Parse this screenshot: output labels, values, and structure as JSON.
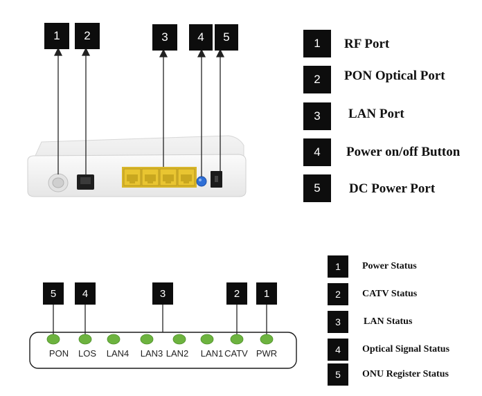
{
  "colors": {
    "badge_bg": "#0d0d0d",
    "port_yellow": "#e9c531",
    "led_green": "#6db33f",
    "power_button_blue": "#2f6fd6"
  },
  "device_callouts": [
    "1",
    "2",
    "3",
    "4",
    "5"
  ],
  "device_legend": [
    {
      "number": "1",
      "label": "RF Port"
    },
    {
      "number": "2",
      "label": "PON Optical Port"
    },
    {
      "number": "3",
      "label": "LAN Port"
    },
    {
      "number": "4",
      "label": "Power on/off Button"
    },
    {
      "number": "5",
      "label": "DC Power Port"
    }
  ],
  "panel_callouts": [
    "5",
    "4",
    "3",
    "2",
    "1"
  ],
  "panel_leds": [
    "PON",
    "LOS",
    "LAN4",
    "LAN3",
    "LAN2",
    "LAN1",
    "CATV",
    "PWR"
  ],
  "panel_legend": [
    {
      "number": "1",
      "label": "Power Status"
    },
    {
      "number": "2",
      "label": "CATV Status"
    },
    {
      "number": "3",
      "label": "LAN Status"
    },
    {
      "number": "4",
      "label": "Optical Signal Status"
    },
    {
      "number": "5",
      "label": "ONU Register Status"
    }
  ]
}
